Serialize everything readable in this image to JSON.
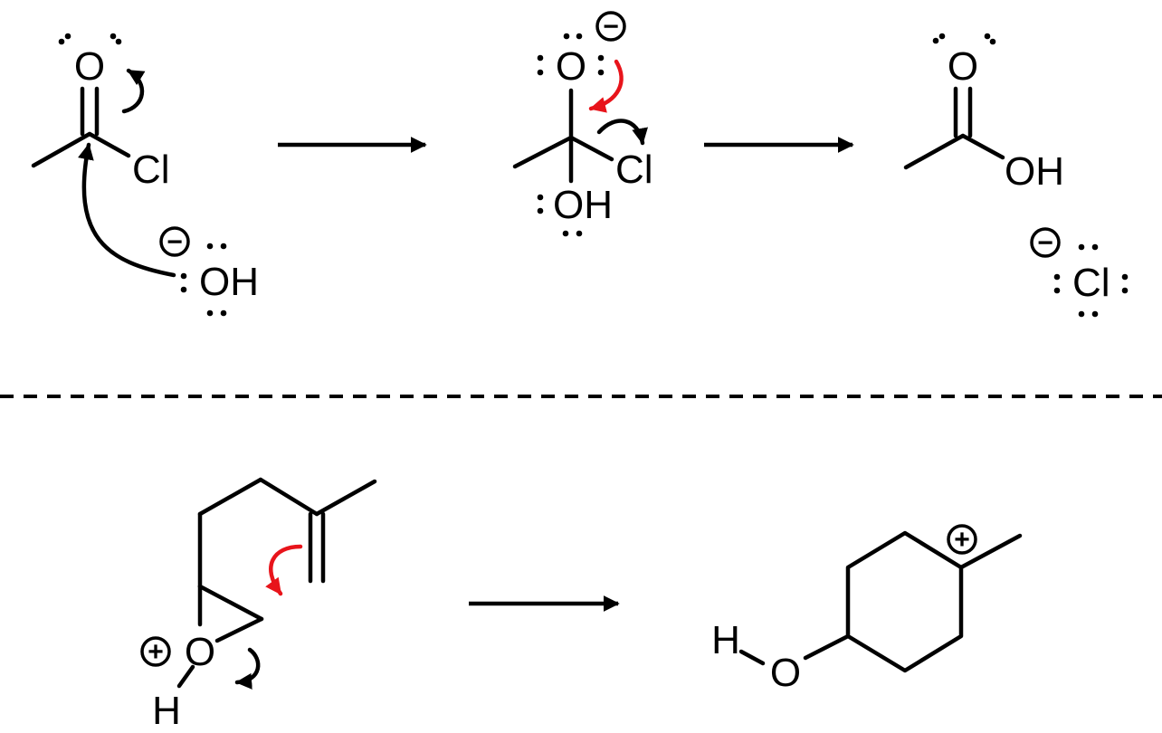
{
  "colors": {
    "ink": "#000000",
    "electron_flow_red": "#e8141b",
    "background": "#ffffff"
  },
  "charges": {
    "minus": "−",
    "plus": "+"
  },
  "reaction_1": {
    "acyl_chloride": {
      "carbonyl_o": "O",
      "chlorine": "Cl"
    },
    "hydroxide": {
      "atom": "OH"
    },
    "tetrahedral_intermediate": {
      "oxide_o": "O",
      "chlorine": "Cl",
      "hydroxyl": "OH"
    },
    "carboxylic_acid": {
      "carbonyl_o": "O",
      "hydroxyl": "OH"
    },
    "chloride_ion": {
      "atom": "Cl"
    }
  },
  "reaction_2": {
    "epoxide": {
      "ring_o": "O",
      "proton": "H"
    },
    "cyclohexyl_cation": {
      "hydroxyl_o": "O",
      "proton": "H"
    }
  }
}
